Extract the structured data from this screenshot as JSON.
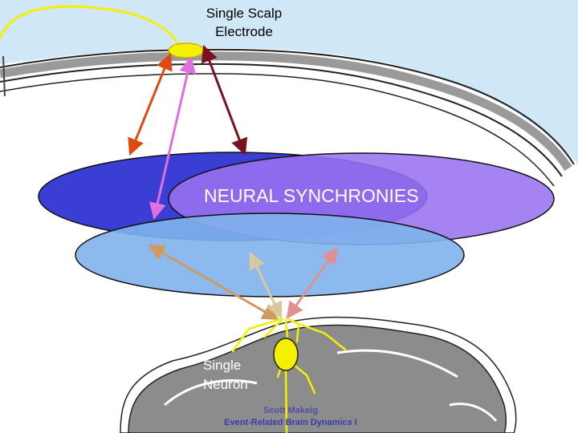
{
  "labels": {
    "electrode_line1": "Single Scalp",
    "electrode_line2": "Electrode",
    "synchronies": "NEURAL  SYNCHRONIES",
    "neuron_line1": "Single",
    "neuron_line2": "Neuron",
    "footer_line1": "Scott Makeig",
    "footer_line2": "Event-Related Brain Dynamics I"
  },
  "colors": {
    "sky": "#cfe7f7",
    "skull_stripe": "#9a9a9a",
    "ellipse_left": "#3a3ed4",
    "ellipse_right": "#9a72f0",
    "ellipse_bottom": "#7fb2ec",
    "cortex": "#8c8c8c",
    "electrode": "#f4f000",
    "neuron": "#f4f000",
    "footer_text": "#3a3ab0"
  },
  "icons": {
    "electrode": "electrode-icon",
    "neuron": "neuron-icon"
  }
}
